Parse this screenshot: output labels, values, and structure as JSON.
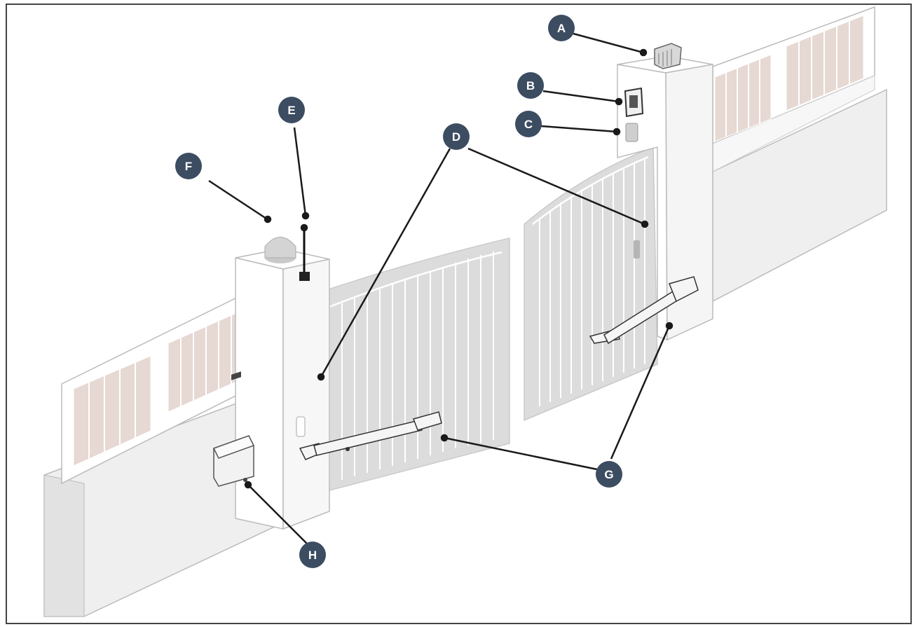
{
  "diagram": {
    "theme": {
      "badge_color": "#3c4c61",
      "badge_text_color": "#ffffff",
      "leader_color": "#1a1a1a",
      "outline_color": "#b9b9b9",
      "panel_fill": "#ffffff",
      "wall_fill": "#efefef",
      "slat_fill": "#e6d8d3",
      "gate_fill": "#dcdcdc",
      "frame_border": "#444444"
    },
    "callouts": [
      {
        "id": "A",
        "label": "A"
      },
      {
        "id": "B",
        "label": "B"
      },
      {
        "id": "C",
        "label": "C"
      },
      {
        "id": "D",
        "label": "D"
      },
      {
        "id": "E",
        "label": "E"
      },
      {
        "id": "F",
        "label": "F"
      },
      {
        "id": "G",
        "label": "G"
      },
      {
        "id": "H",
        "label": "H"
      }
    ]
  }
}
